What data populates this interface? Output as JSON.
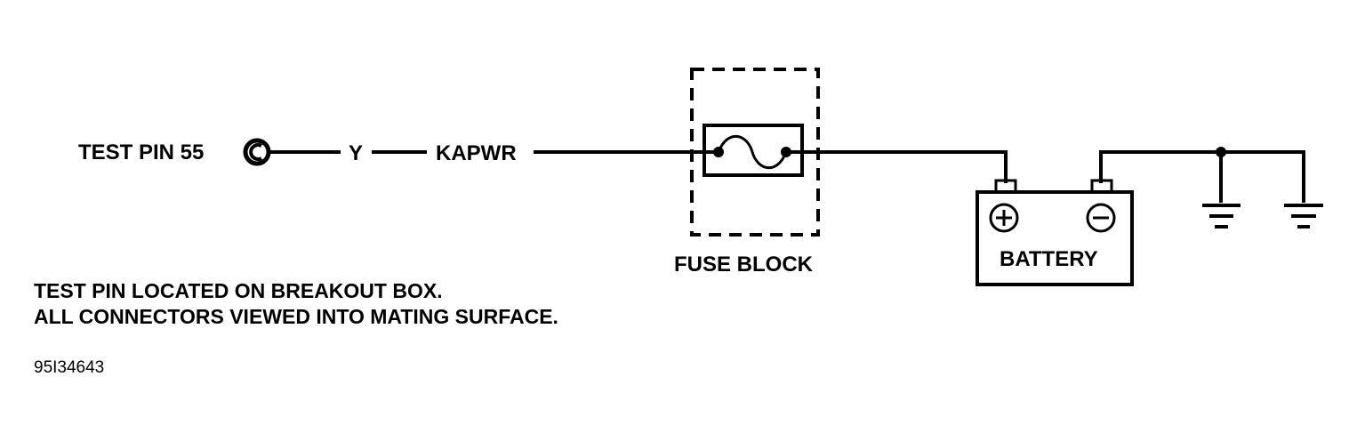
{
  "labels": {
    "test_pin": "TEST PIN 55",
    "wire_color": "Y",
    "circuit": "KAPWR",
    "fuse_block": "FUSE BLOCK",
    "battery": "BATTERY",
    "note_line1": "TEST PIN LOCATED ON BREAKOUT BOX.",
    "note_line2": "ALL CONNECTORS VIEWED INTO MATING SURFACE.",
    "figure_code": "95I34643"
  },
  "symbols": {
    "test_pin_icon": "test-pin-terminal-icon",
    "fuse_icon": "fuse-icon",
    "battery_positive": "+",
    "battery_negative": "−",
    "ground_icon": "ground-icon"
  },
  "colors": {
    "ink": "#000000",
    "background": "#ffffff"
  }
}
